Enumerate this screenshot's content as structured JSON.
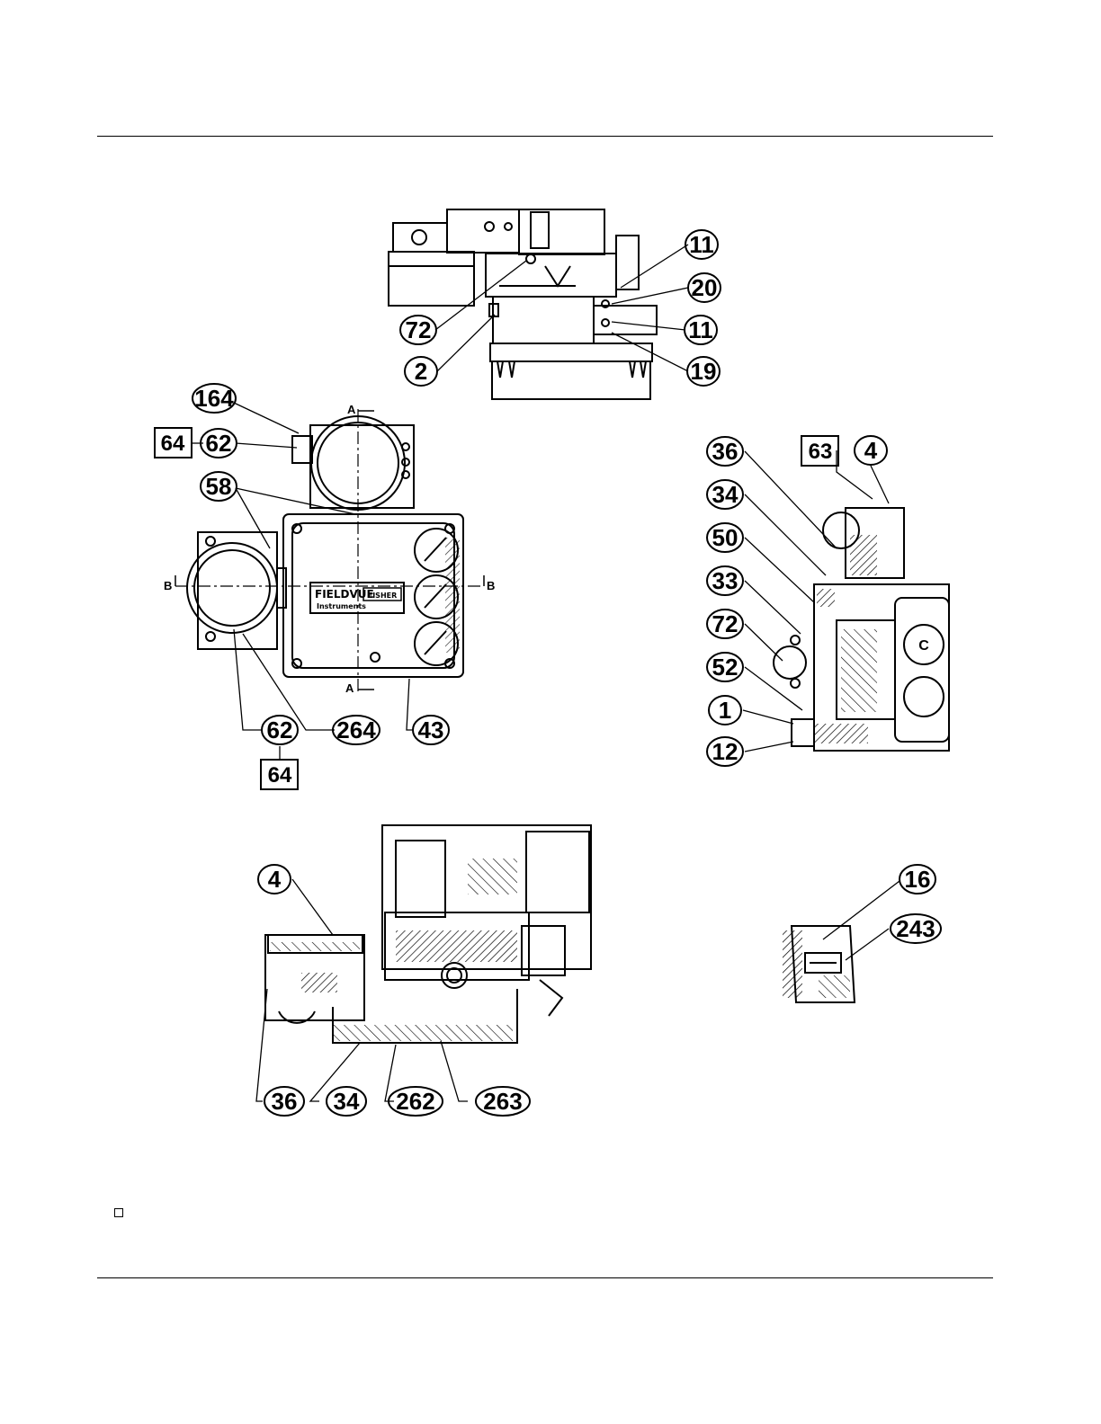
{
  "callouts": {
    "top_view": [
      "11",
      "20",
      "11",
      "19",
      "72",
      "2"
    ],
    "front_view": [
      "164",
      "62",
      "58",
      "62",
      "264",
      "43"
    ],
    "side_section": [
      "36",
      "4",
      "34",
      "50",
      "33",
      "72",
      "52",
      "1",
      "12"
    ],
    "bottom_section": [
      "4",
      "36",
      "34",
      "262",
      "263"
    ],
    "detail": [
      "16",
      "243"
    ]
  },
  "boxed_labels": {
    "front_upper": "64",
    "front_lower": "64",
    "side_top": "63"
  },
  "section_marks": {
    "a_top": "A",
    "a_bottom": "A",
    "b_left": "B",
    "b_right": "B"
  },
  "nameplate": {
    "brand": "FIELDVUE",
    "sub": "Instruments",
    "maker": "FISHER"
  },
  "port_label": "C"
}
